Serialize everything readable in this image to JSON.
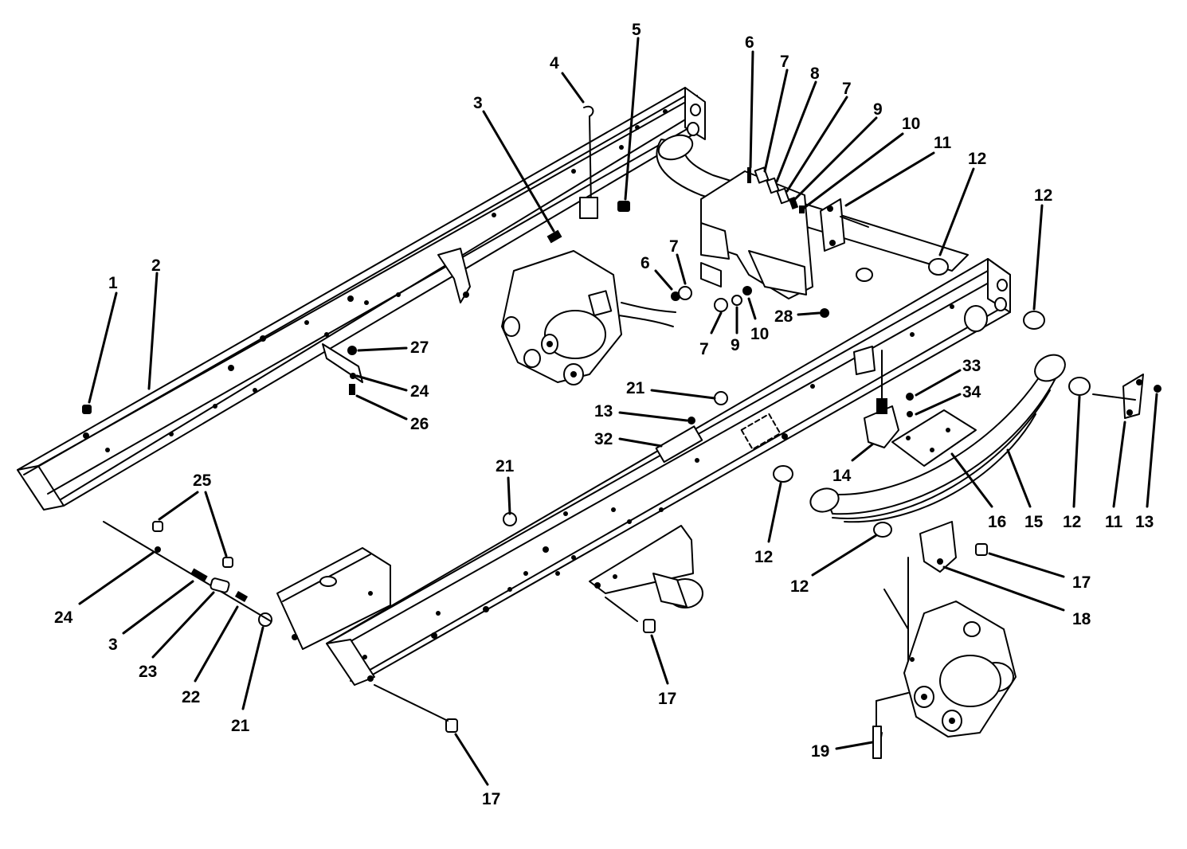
{
  "diagram": {
    "callouts": [
      {
        "id": "c1",
        "label": "1"
      },
      {
        "id": "c2",
        "label": "2"
      },
      {
        "id": "c3a",
        "label": "3"
      },
      {
        "id": "c4",
        "label": "4"
      },
      {
        "id": "c5",
        "label": "5"
      },
      {
        "id": "c6a",
        "label": "6"
      },
      {
        "id": "c7a",
        "label": "7"
      },
      {
        "id": "c8",
        "label": "8"
      },
      {
        "id": "c7b",
        "label": "7"
      },
      {
        "id": "c9a",
        "label": "9"
      },
      {
        "id": "c10a",
        "label": "10"
      },
      {
        "id": "c11a",
        "label": "11"
      },
      {
        "id": "c12a",
        "label": "12"
      },
      {
        "id": "c12b",
        "label": "12"
      },
      {
        "id": "c6b",
        "label": "6"
      },
      {
        "id": "c7c",
        "label": "7"
      },
      {
        "id": "c7d",
        "label": "7"
      },
      {
        "id": "c9b",
        "label": "9"
      },
      {
        "id": "c10b",
        "label": "10"
      },
      {
        "id": "c28",
        "label": "28"
      },
      {
        "id": "c27",
        "label": "27"
      },
      {
        "id": "c24a",
        "label": "24"
      },
      {
        "id": "c26",
        "label": "26"
      },
      {
        "id": "c33",
        "label": "33"
      },
      {
        "id": "c34",
        "label": "34"
      },
      {
        "id": "c21a",
        "label": "21"
      },
      {
        "id": "c13a",
        "label": "13"
      },
      {
        "id": "c32",
        "label": "32"
      },
      {
        "id": "c14",
        "label": "14"
      },
      {
        "id": "c16",
        "label": "16"
      },
      {
        "id": "c15",
        "label": "15"
      },
      {
        "id": "c12c",
        "label": "12"
      },
      {
        "id": "c11b",
        "label": "11"
      },
      {
        "id": "c13b",
        "label": "13"
      },
      {
        "id": "c21b",
        "label": "21"
      },
      {
        "id": "c12d",
        "label": "12"
      },
      {
        "id": "c12e",
        "label": "12"
      },
      {
        "id": "c17a",
        "label": "17"
      },
      {
        "id": "c18",
        "label": "18"
      },
      {
        "id": "c25",
        "label": "25"
      },
      {
        "id": "c24b",
        "label": "24"
      },
      {
        "id": "c3b",
        "label": "3"
      },
      {
        "id": "c23",
        "label": "23"
      },
      {
        "id": "c22",
        "label": "22"
      },
      {
        "id": "c21c",
        "label": "21"
      },
      {
        "id": "c17b",
        "label": "17"
      },
      {
        "id": "c17c",
        "label": "17"
      },
      {
        "id": "c19",
        "label": "19"
      }
    ]
  }
}
